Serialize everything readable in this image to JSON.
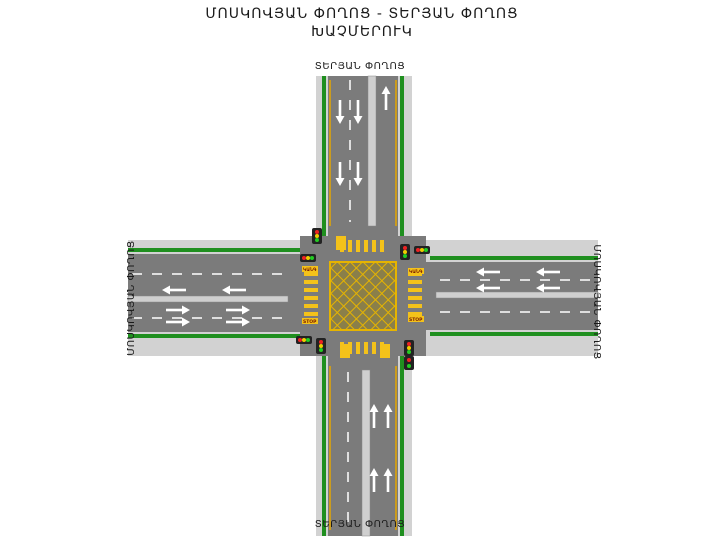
{
  "title": {
    "line1": "ՄՈՍԿՈՎՅԱՆ ՓՈՂՈՑ - ՏԵՐՅԱՆ ՓՈՂՈՑ",
    "line2": "ԽԱՉՄԵՐՈՒԿ"
  },
  "streets": {
    "top": "ՏԵՐՅԱՆ ՓՈՂՈՑ",
    "bottom": "ՏԵՐՅԱՆ ՓՈՂՈՑ",
    "left": "ՄՈՍԿՈՎՅԱՆ ՓՈՂՈՑ",
    "right": "ՄՈՍԿՈՎՅԱՆ ՓՈՂՈՑ"
  },
  "stop_lines": {
    "stop_label": "STOP",
    "armenian_stop_label": "ԿԱՆԳ"
  },
  "colors": {
    "asphalt": "#7d7d7d",
    "sidewalk": "#cfcfcf",
    "grass": "#1a8a1a",
    "crosswalk": "#f4c21a",
    "box_junction": "#e6b400",
    "marking": "#ffffff"
  }
}
